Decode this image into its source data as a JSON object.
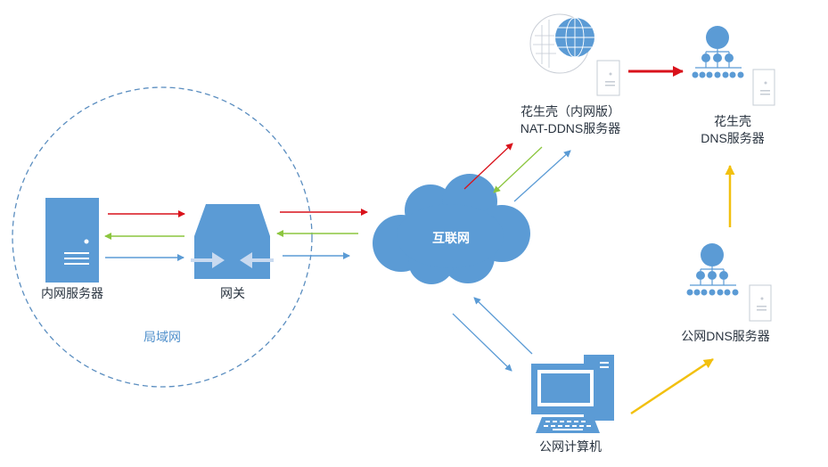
{
  "labels": {
    "lan_server": "内网服务器",
    "gateway": "网关",
    "lan": "局域网",
    "internet": "互联网",
    "hsk_nat_line1": "花生壳（内网版）",
    "hsk_nat_line2": "NAT-DDNS服务器",
    "hsk_dns_line1": "花生壳",
    "hsk_dns_line2": "DNS服务器",
    "public_dns": "公网DNS服务器",
    "public_pc": "公网计算机"
  },
  "colors": {
    "red": "#d9121b",
    "green": "#8cc63f",
    "blue": "#5b9bd5",
    "yellow": "#f2c00f",
    "icon_blue": "#5b9bd5",
    "lan_border": "#5b8ec0"
  },
  "icons": [
    "server-icon",
    "gateway-icon",
    "cloud-icon",
    "globe-icon",
    "dns-tree-icon",
    "computer-icon"
  ]
}
